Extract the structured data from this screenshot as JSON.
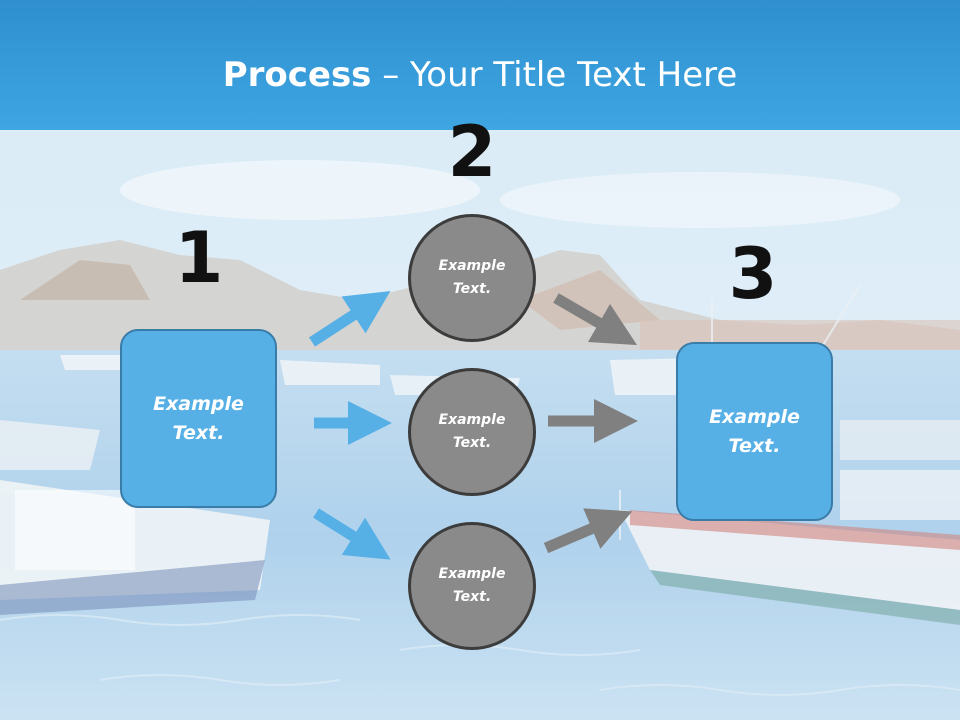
{
  "title": {
    "bold": "Process",
    "rest": " – Your Title Text Here"
  },
  "steps": [
    {
      "number": "1",
      "line1": "Example",
      "line2": "Text."
    },
    {
      "number": "2"
    },
    {
      "number": "3",
      "line1": "Example",
      "line2": "Text."
    }
  ],
  "circles": [
    {
      "line1": "Example",
      "line2": "Text."
    },
    {
      "line1": "Example",
      "line2": "Text."
    },
    {
      "line1": "Example",
      "line2": "Text."
    }
  ],
  "colors": {
    "box_fill": "#56b0e6",
    "circle_fill": "#8a8a8a",
    "arrow_blue": "#56b0e6",
    "arrow_gray": "#808080",
    "header": "#3ea6e2"
  }
}
